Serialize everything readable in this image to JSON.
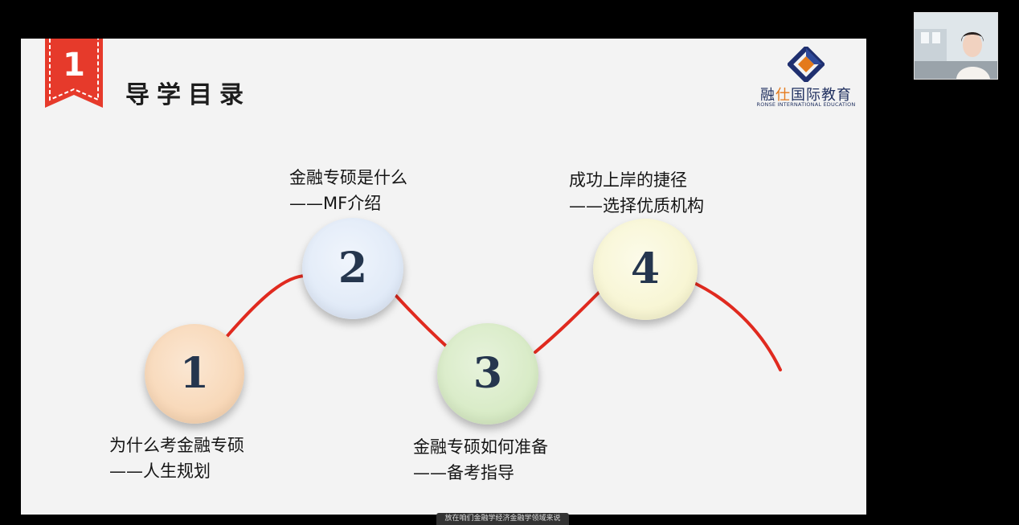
{
  "slide": {
    "section_number": "1",
    "title": "导学目录",
    "logo": {
      "name_prefix": "融",
      "name_accent": "仕",
      "name_suffix": "国际教育",
      "subtitle": "RONSE INTERNATIONAL EDUCATION"
    },
    "steps": [
      {
        "number": "1",
        "line1": "为什么考金融专硕",
        "line2": "——人生规划",
        "color": "#f8d8b6"
      },
      {
        "number": "2",
        "line1": "金融专硕是什么",
        "line2": "——MF介绍",
        "color": "#dfe9f8"
      },
      {
        "number": "3",
        "line1": "金融专硕如何准备",
        "line2": "——备考指导",
        "color": "#d6ebc4"
      },
      {
        "number": "4",
        "line1": "成功上岸的捷径",
        "line2": "——选择优质机构",
        "color": "#f8f6d0"
      }
    ],
    "accent_color": "#e02a1f",
    "badge_color": "#e63a2b"
  },
  "subtitle_bar": "放在咱们金融学经济金融学领域来说",
  "webcam": {
    "label": "presenter-video"
  }
}
